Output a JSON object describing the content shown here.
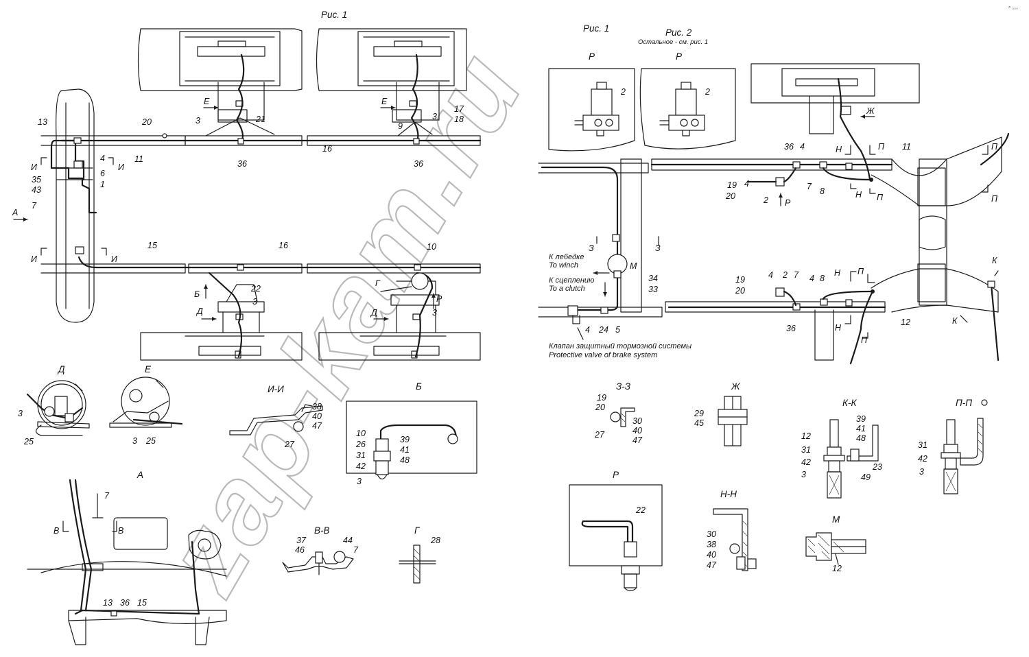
{
  "figures": {
    "fig1_title": "Рис. 1",
    "fig1_title_right": "Рис. 1",
    "fig2_title": "Рис. 2",
    "fig2_note": "Остальное - см. рис. 1"
  },
  "callouts": {
    "winch_ru": "К лебедке",
    "winch_en": "To winch",
    "clutch_ru": "К сцеплению",
    "clutch_en": "To a clutch",
    "valve_ru": "Клапан защитный тормозной системы",
    "valve_en": "Protective valve of brake system"
  },
  "views": {
    "D": "Д",
    "E": "Е",
    "I_I": "И-И",
    "B": "Б",
    "A": "А",
    "V_V": "В-В",
    "G": "Г",
    "Z_Z": "З-З",
    "Zh": "Ж",
    "K_K": "К-К",
    "P_P": "П-П",
    "R": "Р",
    "N_N": "Н-Н",
    "M": "М"
  },
  "view_marks": {
    "E": "Е",
    "D": "Д",
    "B": "Б",
    "R": "Р",
    "G": "Г",
    "A": "А",
    "I": "И",
    "V": "В",
    "Z": "З",
    "Zh": "Ж",
    "N": "Н",
    "P": "П",
    "K": "К",
    "M": "М"
  },
  "parts": {
    "p1": "1",
    "p2": "2",
    "p3": "3",
    "p4": "4",
    "p5": "5",
    "p6": "6",
    "p7": "7",
    "p8": "8",
    "p9": "9",
    "p10": "10",
    "p11": "11",
    "p12": "12",
    "p13": "13",
    "p15": "15",
    "p16": "16",
    "p17": "17",
    "p18": "18",
    "p19": "19",
    "p20": "20",
    "p21": "21",
    "p22": "22",
    "p23": "23",
    "p24": "24",
    "p25": "25",
    "p26": "26",
    "p27": "27",
    "p28": "28",
    "p29": "29",
    "p30": "30",
    "p31": "31",
    "p33": "33",
    "p34": "34",
    "p35": "35",
    "p36": "36",
    "p37": "37",
    "p38": "38",
    "p39": "39",
    "p40": "40",
    "p41": "41",
    "p42": "42",
    "p43": "43",
    "p44": "44",
    "p45": "45",
    "p46": "46",
    "p47": "47",
    "p48": "48",
    "p49": "49"
  },
  "watermark": "zap-kam.ru",
  "corner_mark": "° ◦◦◦"
}
